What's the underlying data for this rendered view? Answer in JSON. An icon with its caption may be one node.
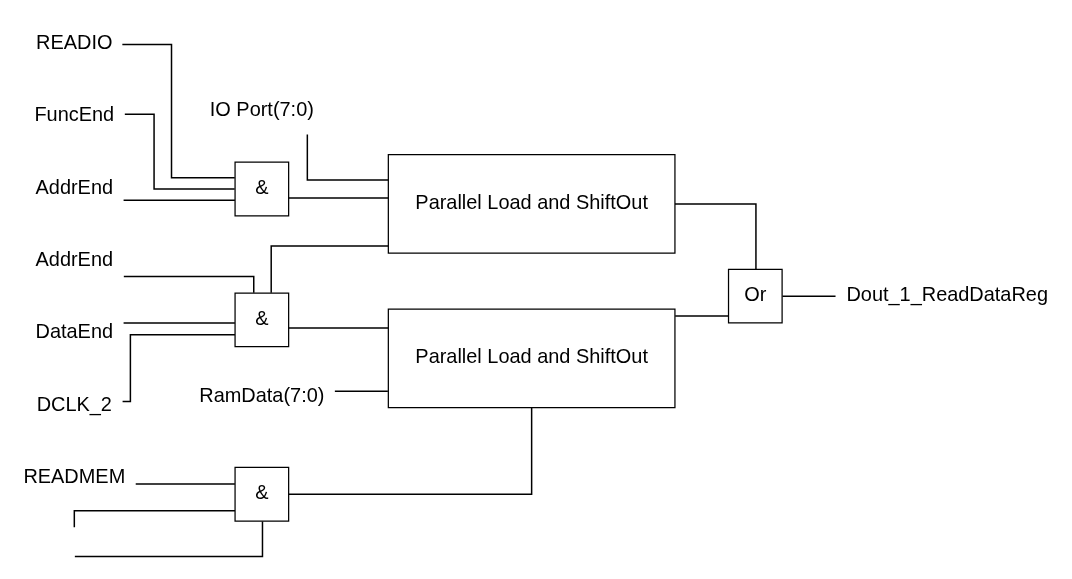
{
  "diagram": {
    "nodes": [
      {
        "text": [
          "AddrEnd"
        ]
      },
      {
        "text": [
          "DataEnd"
        ]
      },
      {
        "text": [
          "DCLK_2"
        ]
      },
      {
        "text": [
          "&"
        ]
      },
      {
        "text": [
          "Parallel Load and ShiftOut"
        ]
      },
      {
        "text": [
          "Or"
        ]
      },
      {
        "text": [
          "Dout_1_ReadDataReg"
        ]
      },
      {
        "text": [
          "READMEM"
        ]
      },
      {
        "text": [
          "&"
        ]
      },
      {
        "text": [
          "RamData(7:0)"
        ]
      },
      {
        "text": [
          "Parallel Load and ShiftOut"
        ]
      },
      {
        "text": [
          "READIO"
        ]
      },
      {
        "text": [
          "&"
        ]
      },
      {
        "text": [
          "FuncEnd"
        ]
      },
      {
        "text": [
          "AddrEnd"
        ]
      },
      {
        "text": [
          "IO Port(7:0)"
        ]
      }
    ],
    "edges": [
      {
        "from": 0,
        "to": 3,
        "arrow": "none"
      },
      {
        "from": 1,
        "to": 3,
        "arrow": "none"
      },
      {
        "from": 2,
        "to": 3,
        "arrow": "none"
      },
      {
        "from": 3,
        "to": 4,
        "arrow": "none"
      },
      {
        "from": 3,
        "to": 10,
        "arrow": "none"
      },
      {
        "from": 7,
        "to": 8,
        "arrow": "none"
      },
      {
        "from": null,
        "to": 8,
        "arrow": "none"
      },
      {
        "from": null,
        "to": 8,
        "arrow": "none"
      },
      {
        "from": 8,
        "to": 4,
        "arrow": "none"
      },
      {
        "from": 4,
        "to": 5,
        "arrow": "none"
      },
      {
        "from": 10,
        "to": 5,
        "arrow": "none"
      },
      {
        "from": 5,
        "to": 6,
        "arrow": "none"
      },
      {
        "from": 9,
        "to": 4,
        "arrow": "none"
      },
      {
        "from": 15,
        "to": 10,
        "arrow": "none"
      },
      {
        "from": 11,
        "to": 12,
        "arrow": "none"
      },
      {
        "from": 13,
        "to": 12,
        "arrow": "none"
      },
      {
        "from": 14,
        "to": 12,
        "arrow": "none"
      },
      {
        "from": 12,
        "to": 10,
        "arrow": "none"
      }
    ]
  }
}
